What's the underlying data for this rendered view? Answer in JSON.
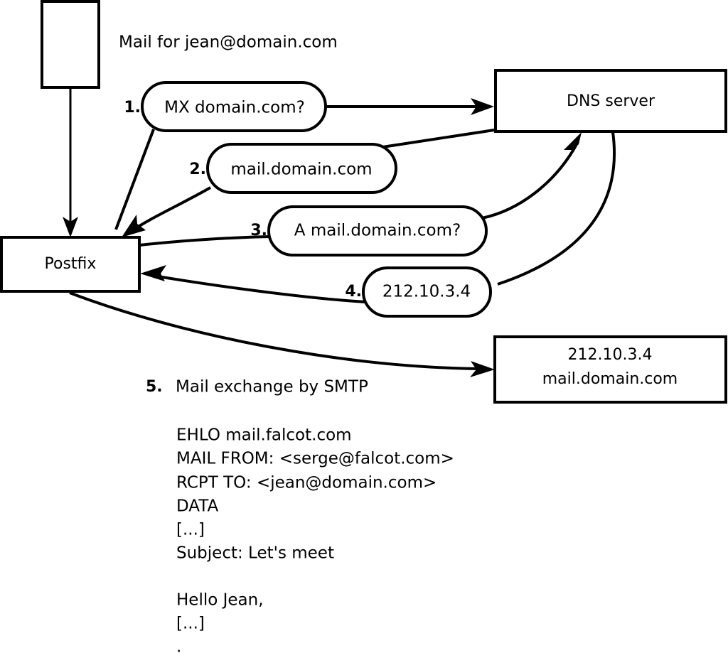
{
  "diagram": {
    "title": "Mail for jean@domain.com",
    "nodes": {
      "source_box": {
        "label": ""
      },
      "postfix": {
        "label": "Postfix"
      },
      "dns_server": {
        "label": "DNS server"
      },
      "target_server": {
        "line1": "212.10.3.4",
        "line2": "mail.domain.com"
      }
    },
    "steps": [
      {
        "number": "1.",
        "label": "MX domain.com?"
      },
      {
        "number": "2.",
        "label": "mail.domain.com"
      },
      {
        "number": "3.",
        "label": "A mail.domain.com?"
      },
      {
        "number": "4.",
        "label": "212.10.3.4"
      }
    ],
    "step5": {
      "number": "5.",
      "label": "Mail exchange by SMTP"
    },
    "smtp_transcript": [
      "EHLO mail.falcot.com",
      "MAIL FROM: <serge@falcot.com>",
      "RCPT TO: <jean@domain.com>",
      "DATA",
      "[...]",
      "Subject: Let's meet",
      "",
      "Hello Jean,",
      "[...]",
      "."
    ],
    "colors": {
      "stroke": "#000000",
      "fill": "#ffffff",
      "text": "#000000"
    }
  }
}
